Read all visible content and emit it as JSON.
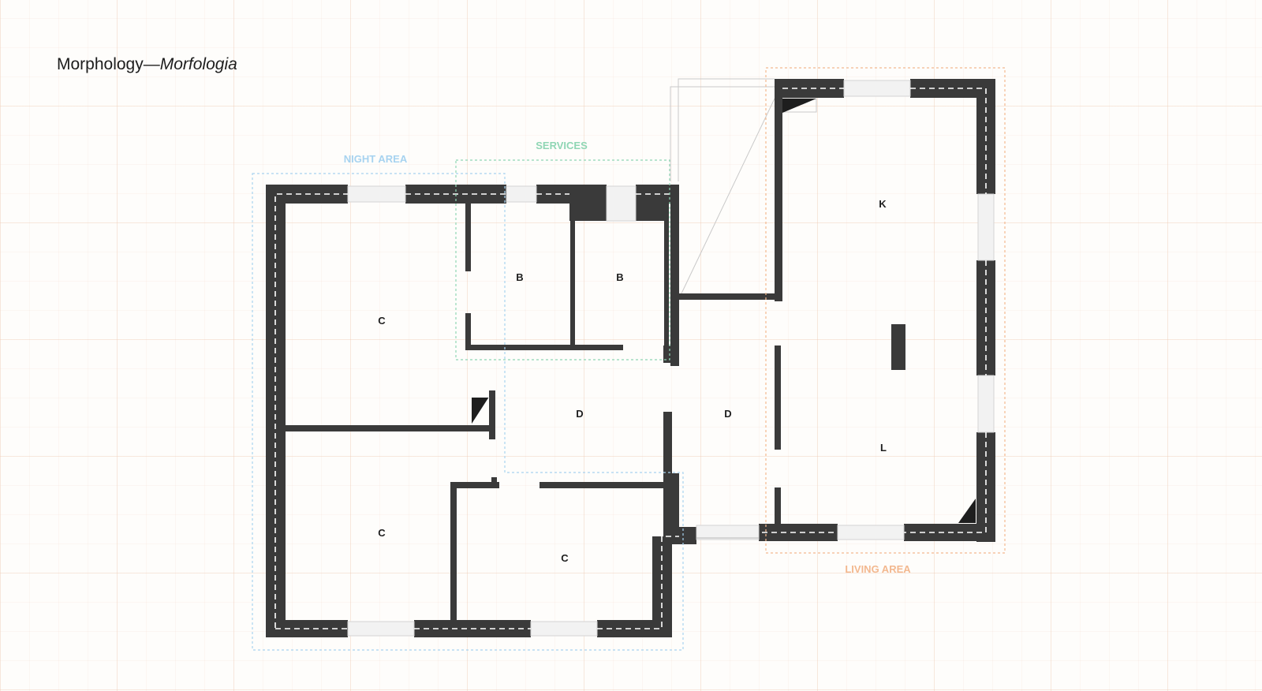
{
  "title": {
    "main": "Morphology—",
    "italic": "Morfologia"
  },
  "zones": {
    "night": {
      "label": "NIGHT AREA",
      "color": "#a7d3f0"
    },
    "services": {
      "label": "SERVICES",
      "color": "#8fd6b4"
    },
    "living": {
      "label": "LIVING AREA",
      "color": "#f3b88f"
    }
  },
  "rooms": {
    "bedroom_upper": "C",
    "bedroom_lower_left": "C",
    "bedroom_lower_right": "C",
    "bath_left": "B",
    "bath_right": "B",
    "dist_left": "D",
    "dist_right": "D",
    "kitchen": "K",
    "living": "L"
  },
  "colors": {
    "wall": "#3a3a3a",
    "background": "#fefdfb",
    "window": "#f2f2f2"
  }
}
